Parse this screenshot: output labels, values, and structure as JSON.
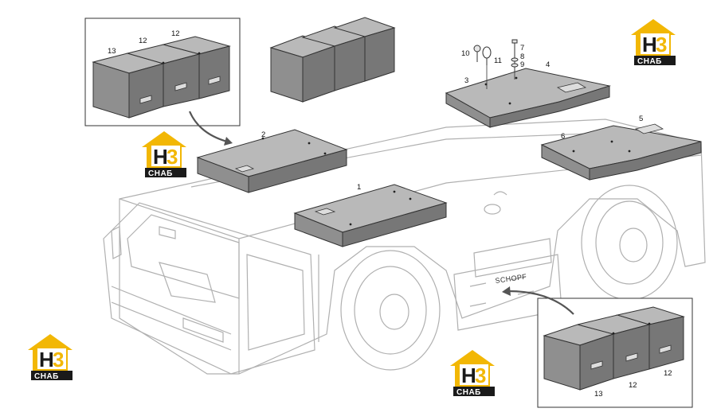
{
  "callouts": {
    "c1": "1",
    "c2": "2",
    "c3": "3",
    "c4": "4",
    "c5": "5",
    "c6": "6",
    "c7": "7",
    "c8": "8",
    "c9": "9",
    "c10": "10",
    "c11": "11",
    "inset1_13": "13",
    "inset1_12a": "12",
    "inset1_12b": "12",
    "inset2_13": "13",
    "inset2_12a": "12",
    "inset2_12b": "12"
  },
  "vehicle": {
    "brand_plate": "SCHOPF"
  },
  "watermark": {
    "letter": "H",
    "digit": "3",
    "text": "СНАБ"
  },
  "colors": {
    "block_top": "#b9b9b9",
    "block_front": "#8f8f8f",
    "block_side": "#777777",
    "line_art": "#b0b0b0",
    "logo_yellow": "#f2b705",
    "logo_dark": "#1a1a1a"
  }
}
